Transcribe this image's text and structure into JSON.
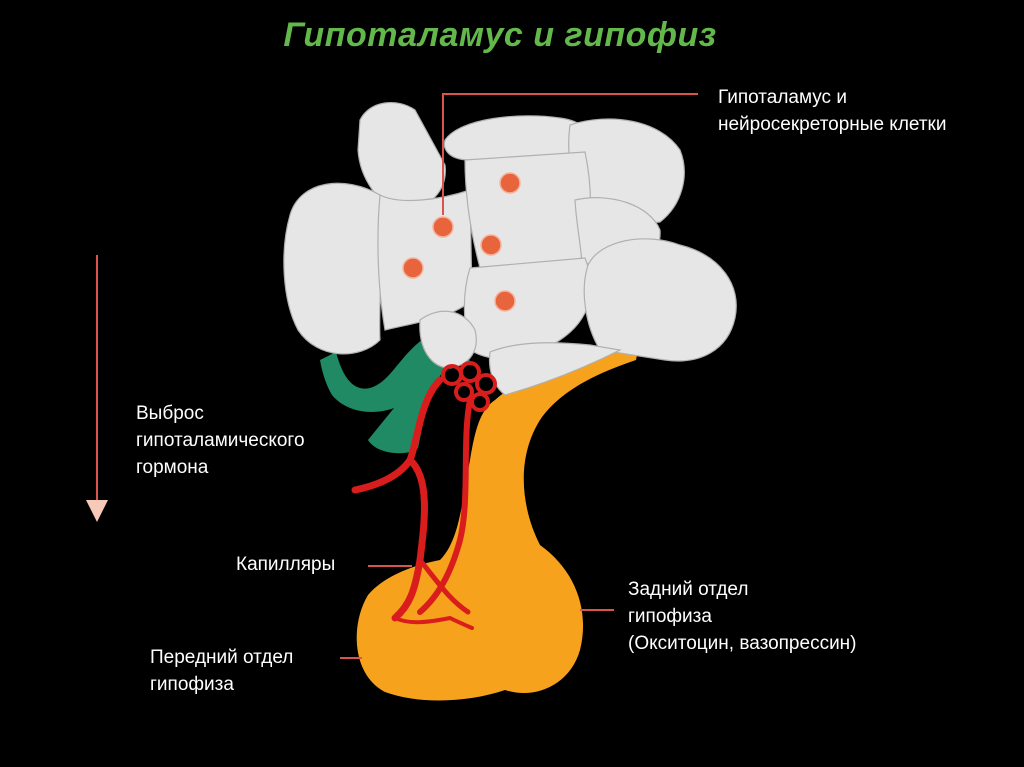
{
  "title": "Гипоталамус и гипофиз",
  "colors": {
    "title": "#63b84b",
    "background": "#000000",
    "brain": "#e6e6e6",
    "brain_outline": "#b0b0b0",
    "neurons": "#e8643c",
    "pituitary": "#f7a21c",
    "capillaries": "#d91c1c",
    "hormone_duct": "#1f8a63",
    "leader_lines": "#d9534f",
    "label_text": "#ffffff"
  },
  "labels": {
    "hypothalamus": {
      "line1": "Гипоталамус и",
      "line2": "нейросекреторные клетки"
    },
    "release": {
      "line1": "Выброс",
      "line2": "гипоталамического",
      "line3": "гормона"
    },
    "capillaries": {
      "line1": "Капилляры"
    },
    "posterior": {
      "line1": "Задний отдел",
      "line2": "гипофиза",
      "line3": "(Окситоцин, вазопрессин)"
    },
    "anterior": {
      "line1": "Передний отдел",
      "line2": "гипофиза"
    }
  }
}
